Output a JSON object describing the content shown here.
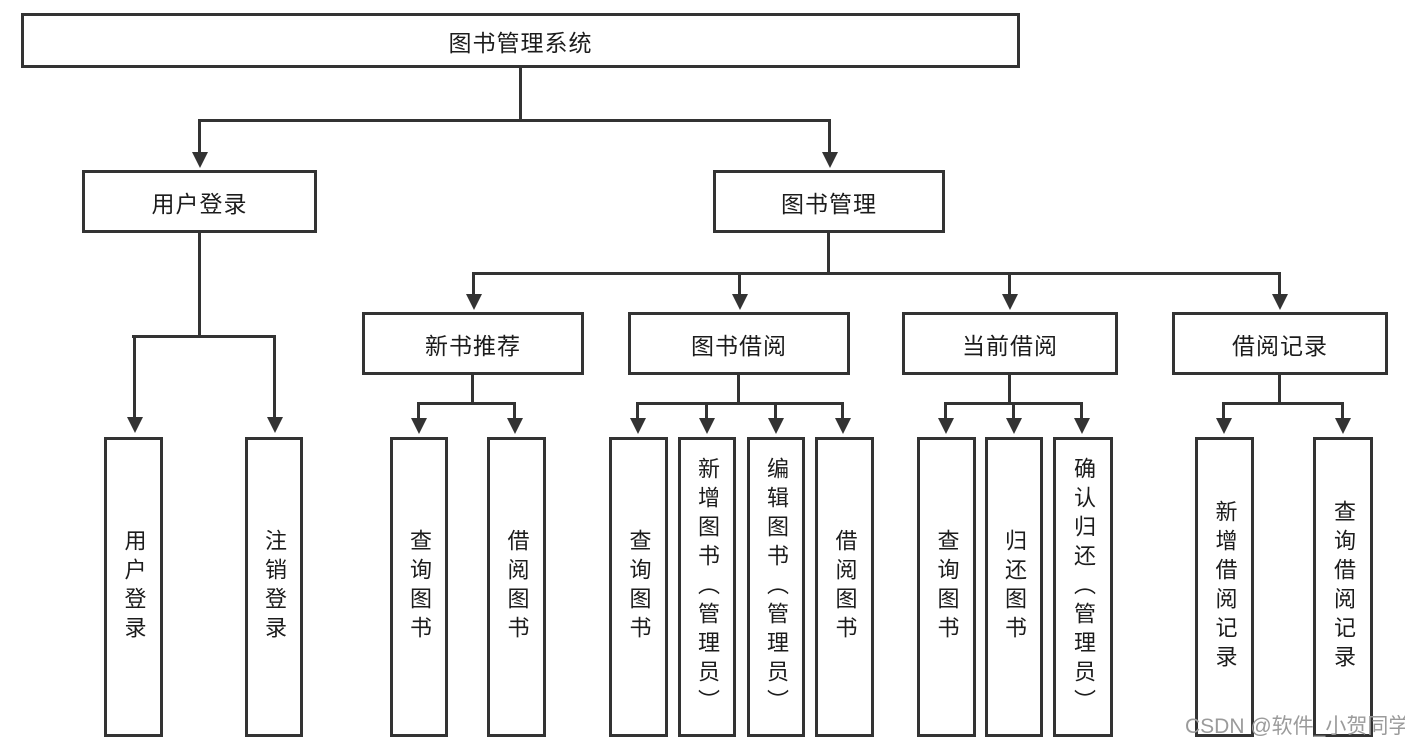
{
  "diagram": {
    "root": {
      "label": "图书管理系统"
    },
    "branches": [
      {
        "label": "用户登录",
        "children": [
          {
            "label": "用户登录"
          },
          {
            "label": "注销登录"
          }
        ]
      },
      {
        "label": "图书管理",
        "children": [
          {
            "label": "新书推荐",
            "children": [
              {
                "label": "查询图书"
              },
              {
                "label": "借阅图书"
              }
            ]
          },
          {
            "label": "图书借阅",
            "children": [
              {
                "label": "查询图书"
              },
              {
                "label": "新增图书（管理员）"
              },
              {
                "label": "编辑图书（管理员）"
              },
              {
                "label": "借阅图书"
              }
            ]
          },
          {
            "label": "当前借阅",
            "children": [
              {
                "label": "查询图书"
              },
              {
                "label": "归还图书"
              },
              {
                "label": "确认归还（管理员）"
              }
            ]
          },
          {
            "label": "借阅记录",
            "children": [
              {
                "label": "新增借阅记录"
              },
              {
                "label": "查询借阅记录"
              }
            ]
          }
        ]
      }
    ]
  },
  "watermark": {
    "text": "CSDN @软件_小贺同学"
  },
  "colors": {
    "line": "#333333",
    "text": "#1c1c1c",
    "watermark": "#9b9b9b",
    "background": "#ffffff"
  }
}
